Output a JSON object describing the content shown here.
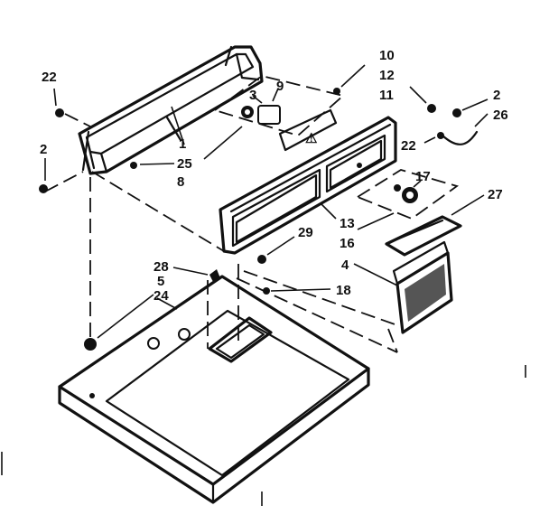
{
  "callouts": {
    "c22_top": "22",
    "c2_left": "2",
    "c1": "1",
    "c25": "25",
    "c8": "8",
    "c9": "9",
    "c3": "3",
    "c10": "10",
    "c12": "12",
    "c11": "11",
    "c2_right": "2",
    "c26": "26",
    "c22_right": "22",
    "c17": "17",
    "c27": "27",
    "c13": "13",
    "c16": "16",
    "c4": "4",
    "c29": "29",
    "c28": "28",
    "c5": "5",
    "c24": "24",
    "c18": "18"
  },
  "icons": {
    "console_backsplash": "rear-console-trim",
    "control_panel": "control-panel",
    "top_panel": "dryer-top",
    "lint_screen": "lint-filter",
    "filter_cover": "filter-grille"
  }
}
